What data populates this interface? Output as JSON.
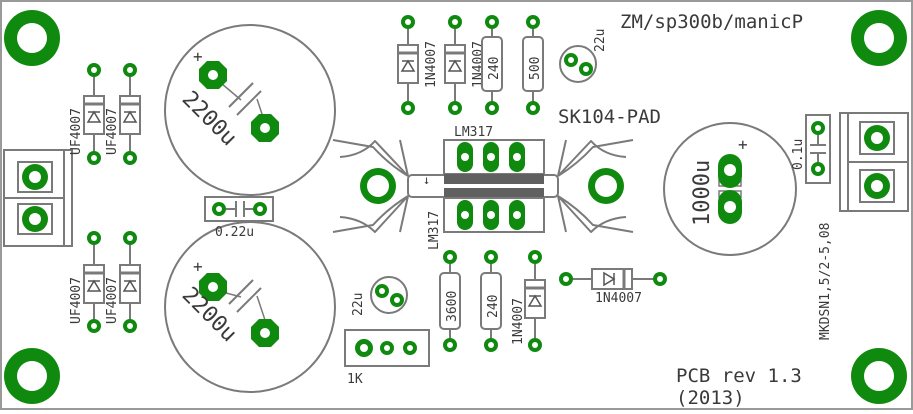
{
  "board": {
    "title": "ZM/sp300b/manicP",
    "heatsink_label": "SK104-PAD",
    "revision_line1": "PCB rev 1.3",
    "revision_line2": "(2013)"
  },
  "colors": {
    "pad_green": "#0f8a0f",
    "silkscreen": "#7a7a7a",
    "text": "#3a3a3a",
    "background": "#ffffff"
  },
  "components": {
    "bridge_diodes": [
      "UF4007",
      "UF4007",
      "UF4007",
      "UF4007"
    ],
    "top_diodes": [
      "1N4007",
      "1N4007"
    ],
    "top_resistors": [
      "240",
      "500"
    ],
    "top_cap": "22u",
    "cap_upper_big": "2200u",
    "cap_lower_big": "2200u",
    "cap_mid_small": "0.22u",
    "regulator_top": "LM317",
    "regulator_bottom": "LM317",
    "cap_output_big": "1000u",
    "cap_output_small": "0.1u",
    "terminal_output": "MKDSN1,5/2-5,08",
    "bottom_cap": "22u",
    "bottom_trimmer": "1K",
    "bottom_resistors": [
      "3600",
      "240"
    ],
    "bottom_diode_vertical": "1N4007",
    "bottom_diode_horizontal": "1N4007",
    "polarity_plus": "+"
  }
}
